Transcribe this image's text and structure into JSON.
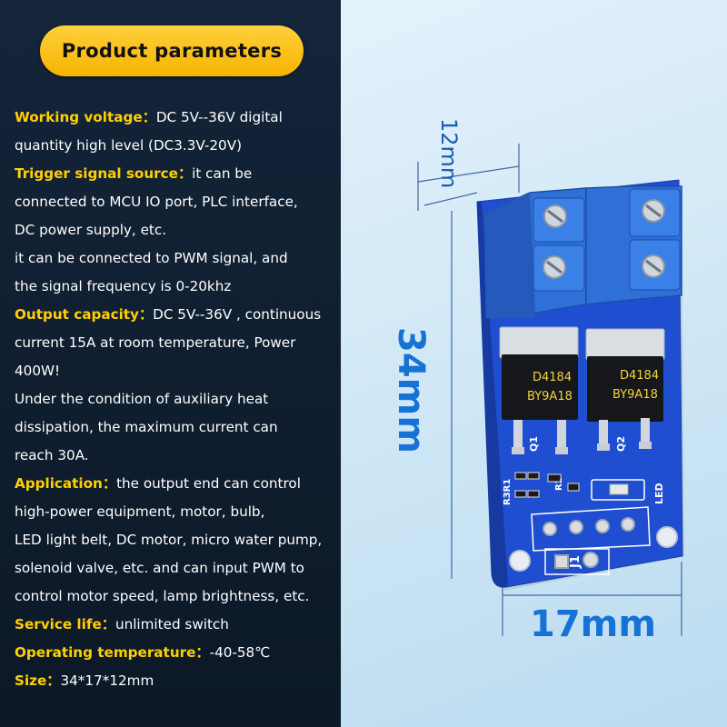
{
  "title": "Product parameters",
  "specs": [
    {
      "label": "Working voltage：",
      "text": "DC 5V--36V digital"
    },
    {
      "label": "",
      "text": "quantity high level (DC3.3V-20V)"
    },
    {
      "label": "Trigger signal source：",
      "text": "it can be"
    },
    {
      "label": "",
      "text": "connected to MCU IO port, PLC interface,"
    },
    {
      "label": "",
      "text": "DC power supply, etc."
    },
    {
      "label": "",
      "text": "it can be connected to PWM signal, and"
    },
    {
      "label": "",
      "text": "the signal frequency is 0-20khz"
    },
    {
      "label": "Output capacity：",
      "text": "DC 5V--36V , continuous"
    },
    {
      "label": "",
      "text": "current 15A at room temperature, Power"
    },
    {
      "label": "",
      "text": "400W!"
    },
    {
      "label": "",
      "text": "Under the condition of auxiliary heat"
    },
    {
      "label": "",
      "text": "dissipation, the maximum current can"
    },
    {
      "label": "",
      "text": "reach 30A."
    },
    {
      "label": "Application：",
      "text": "the output end can control"
    },
    {
      "label": "",
      "text": "high-power equipment, motor, bulb,"
    },
    {
      "label": "",
      "text": "LED light belt, DC motor, micro water pump,"
    },
    {
      "label": "",
      "text": "solenoid valve, etc. and can input PWM to"
    },
    {
      "label": "",
      "text": "control motor speed, lamp brightness, etc."
    },
    {
      "label": "Service life：",
      "text": "unlimited switch"
    },
    {
      "label": "Operating temperature：",
      "text": "-40-58℃"
    },
    {
      "label": "Size：",
      "text": "34*17*12mm"
    }
  ],
  "dimensions": {
    "height": "12mm",
    "length": "34mm",
    "width": "17mm"
  },
  "board": {
    "mosfet_marking_line1": "D4184",
    "mosfet_marking_line2": "BY9A18",
    "silk_q1": "Q1",
    "silk_q2": "Q2",
    "silk_r3r1": "R3R1",
    "silk_r2": "R2",
    "silk_led": "LED",
    "silk_j1": "J1"
  },
  "colors": {
    "accent_yellow": "#ffd000",
    "dimension_blue": "#1673d6",
    "pcb_blue": "#1f4fd0",
    "terminal_blue": "#2f6fd8"
  }
}
